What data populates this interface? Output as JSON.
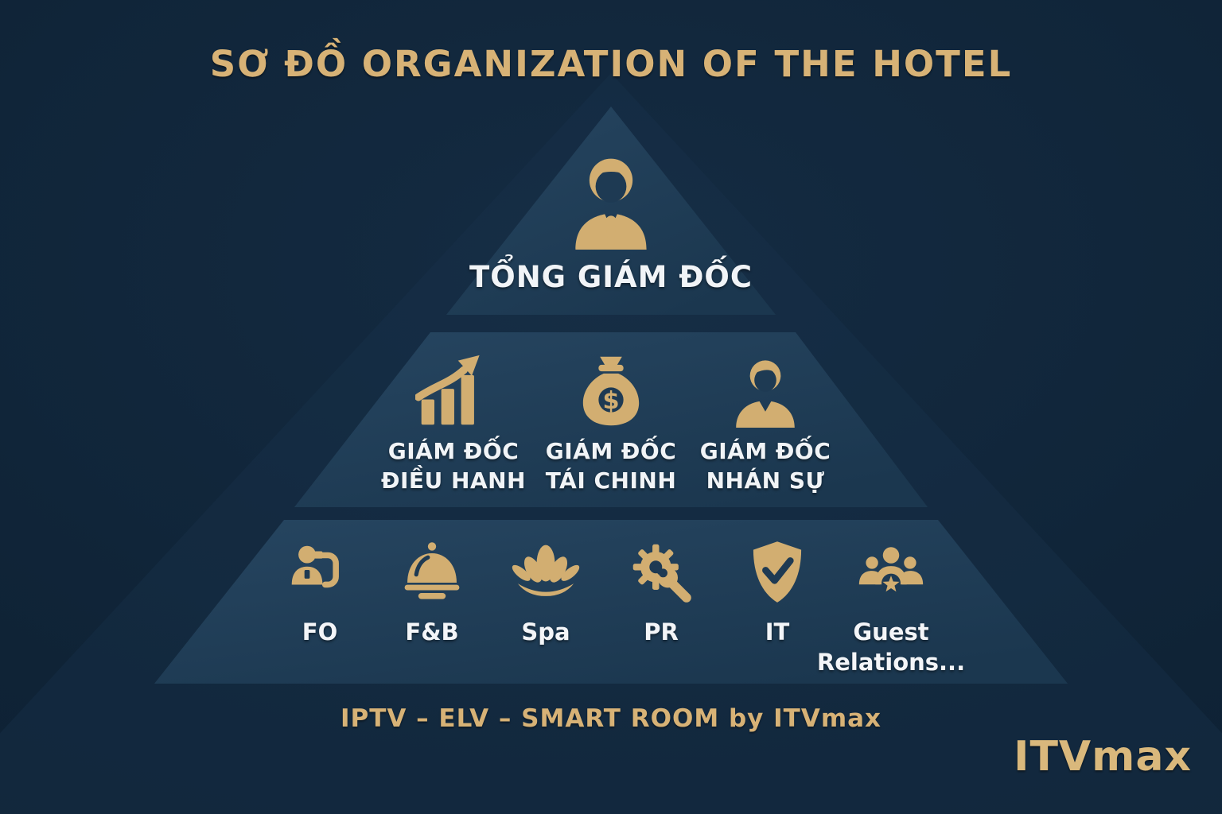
{
  "title": "SƠ ĐỒ ORGANIZATION OF THE HOTEL",
  "colors": {
    "background": "#0f2336",
    "panel": "#1f3c56",
    "gold": "#d2ae71",
    "text_light": "#f1f4f7"
  },
  "pyramid": {
    "tier1": {
      "icon": "executive-icon",
      "label": "TỔNG GIÁM ĐỐC"
    },
    "tier2": {
      "items": [
        {
          "icon": "growth-chart-icon",
          "line1": "GIÁM ĐỐC",
          "line2": "ĐIỀU HANH"
        },
        {
          "icon": "money-bag-icon",
          "line1": "GIÁM ĐỐC",
          "line2": "TÁI CHINH"
        },
        {
          "icon": "person-icon",
          "line1": "GIÁM ĐỐC",
          "line2": "NHÁN SỰ"
        }
      ]
    },
    "tier3": {
      "items": [
        {
          "icon": "front-office-icon",
          "label": "FO"
        },
        {
          "icon": "food-beverage-icon",
          "label": "F&B"
        },
        {
          "icon": "spa-lotus-icon",
          "label": "Spa"
        },
        {
          "icon": "gear-wrench-icon",
          "label": "PR"
        },
        {
          "icon": "shield-check-icon",
          "label": "IT"
        },
        {
          "icon": "guest-relations-icon",
          "label": "Guest",
          "label2": "Relations..."
        }
      ]
    }
  },
  "footer": {
    "tagline": "IPTV – ELV – SMART ROOM by ITVmax",
    "brand": "ITVmax"
  }
}
